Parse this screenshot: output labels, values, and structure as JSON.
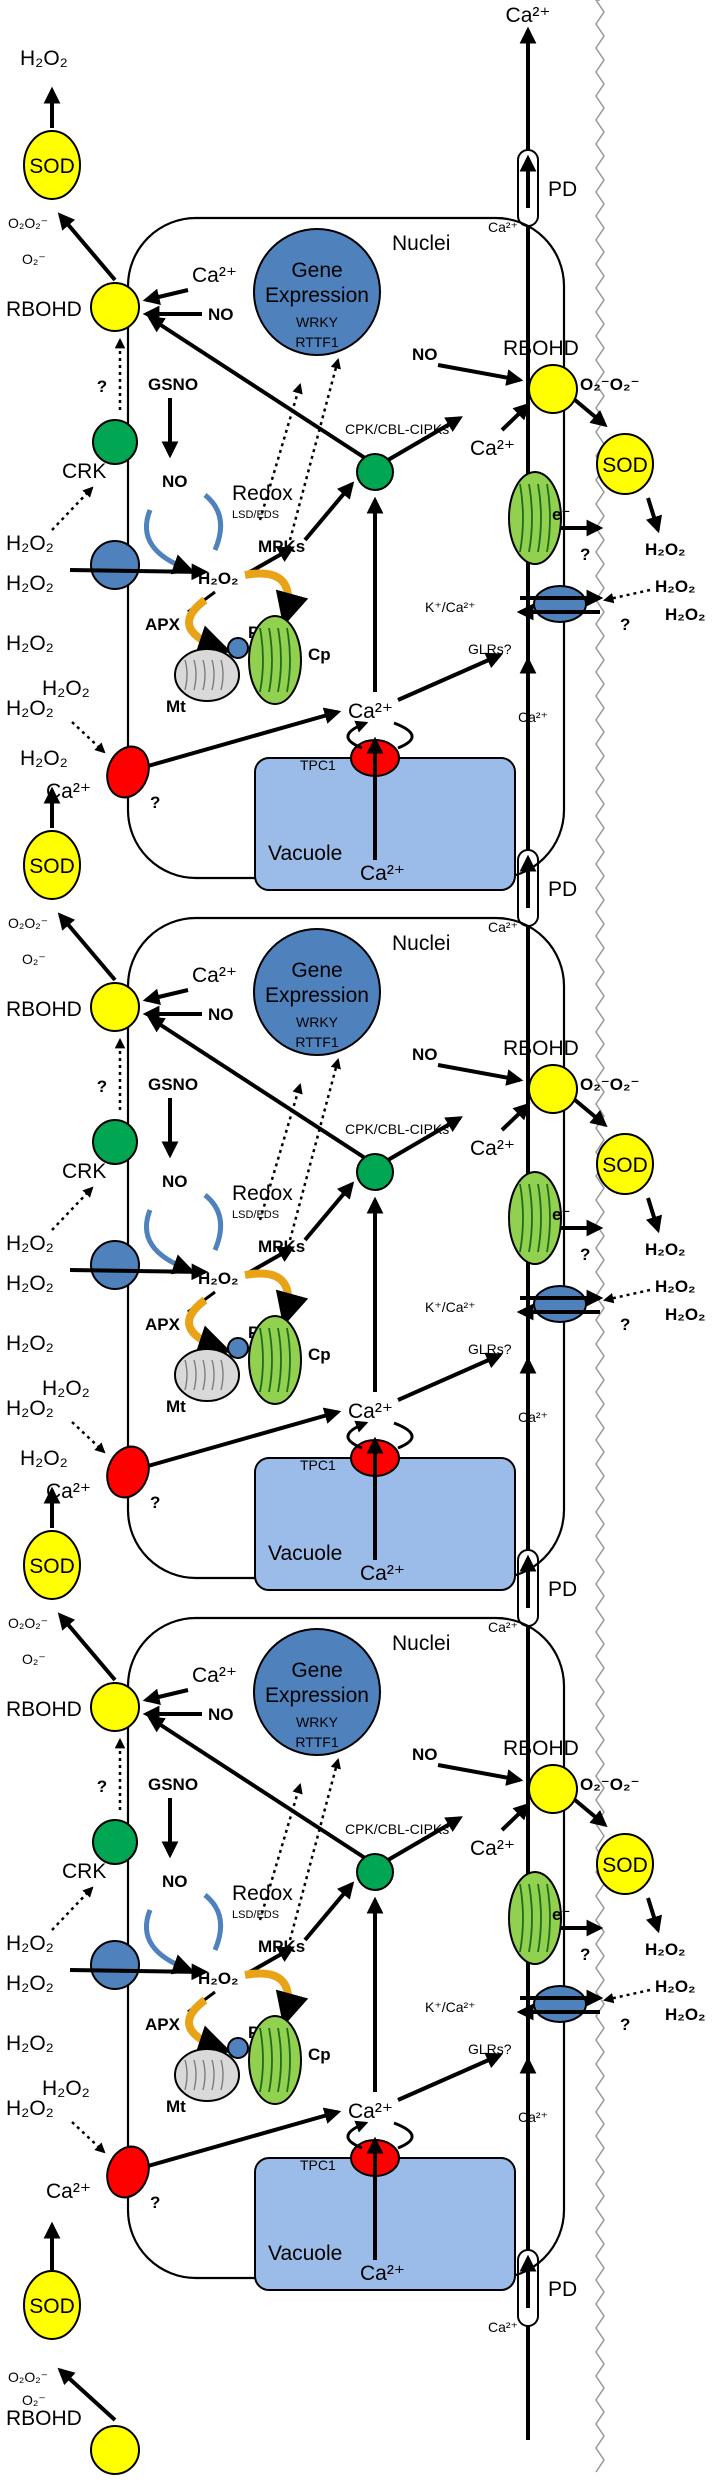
{
  "labels": {
    "h2o2": "H₂O₂",
    "h2o2_bold": "H₂O₂",
    "ca2": "Ca²⁺",
    "no": "NO",
    "gsno": "GSNO",
    "crk": "CRK",
    "rbohd": "RBOHD",
    "sod": "SOD",
    "o2_left": "O₂O₂⁻",
    "o2_minus": "O₂⁻",
    "o2_right": "O₂⁻O₂⁻",
    "nuclei": "Nuclei",
    "gene_line1": "Gene",
    "gene_line2": "Expression",
    "wrky": "WRKY",
    "rttf1": "RTTF1",
    "redox": "Redox",
    "lsd_eds": "LSD/EDS",
    "mpks": "MPKs",
    "cpk": "CPK/CBL-CIPKs",
    "apx": "APX",
    "px": "Px",
    "cp": "Cp",
    "mt": "Mt",
    "tpc1": "TPC1",
    "vacuole": "Vacuole",
    "pd": "PD",
    "k_ca": "K⁺/Ca²⁺",
    "glrs": "GLRs?",
    "eminus": "e⁻",
    "question": "?"
  },
  "colors": {
    "rbohd": "#ffff00",
    "sod": "#ffff00",
    "crk": "#00a651",
    "cpk": "#00a651",
    "channel": "#4f81bd",
    "ca_channel": "#ff0000",
    "nucleus": "#4f81bd",
    "vacuole": "#9bbbe8",
    "chloroplast": "#92d050",
    "mitochondrion": "#d9d9d9",
    "cycle_arrow": "#e8a317"
  }
}
